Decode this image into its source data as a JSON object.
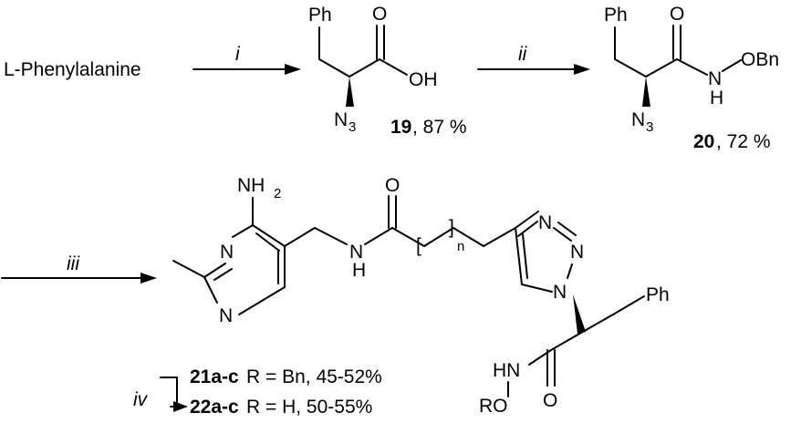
{
  "scheme": {
    "start_material": "L-Phenylalanine",
    "steps": [
      {
        "label": "i"
      },
      {
        "label": "ii"
      },
      {
        "label": "iii"
      },
      {
        "label": "iv"
      }
    ],
    "atoms": {
      "ph": "Ph",
      "o": "O",
      "oh": "OH",
      "n": "N",
      "h": "H",
      "obn": "OBn",
      "n3_main": "N",
      "n3_sub": "3",
      "nh2_main": "NH",
      "nh2_sub": "2",
      "hn": "HN",
      "ro": "RO",
      "n_index": "n",
      "bracket_open": "[",
      "bracket_close": "]"
    },
    "compounds": [
      {
        "id": "19",
        "yield": ", 87 %"
      },
      {
        "id": "20",
        "yield": ", 72 %"
      },
      {
        "id": "21a-c",
        "desc": " R = Bn, 45-52%"
      },
      {
        "id": "22a-c",
        "desc": " R = H,   50-55%"
      }
    ]
  }
}
